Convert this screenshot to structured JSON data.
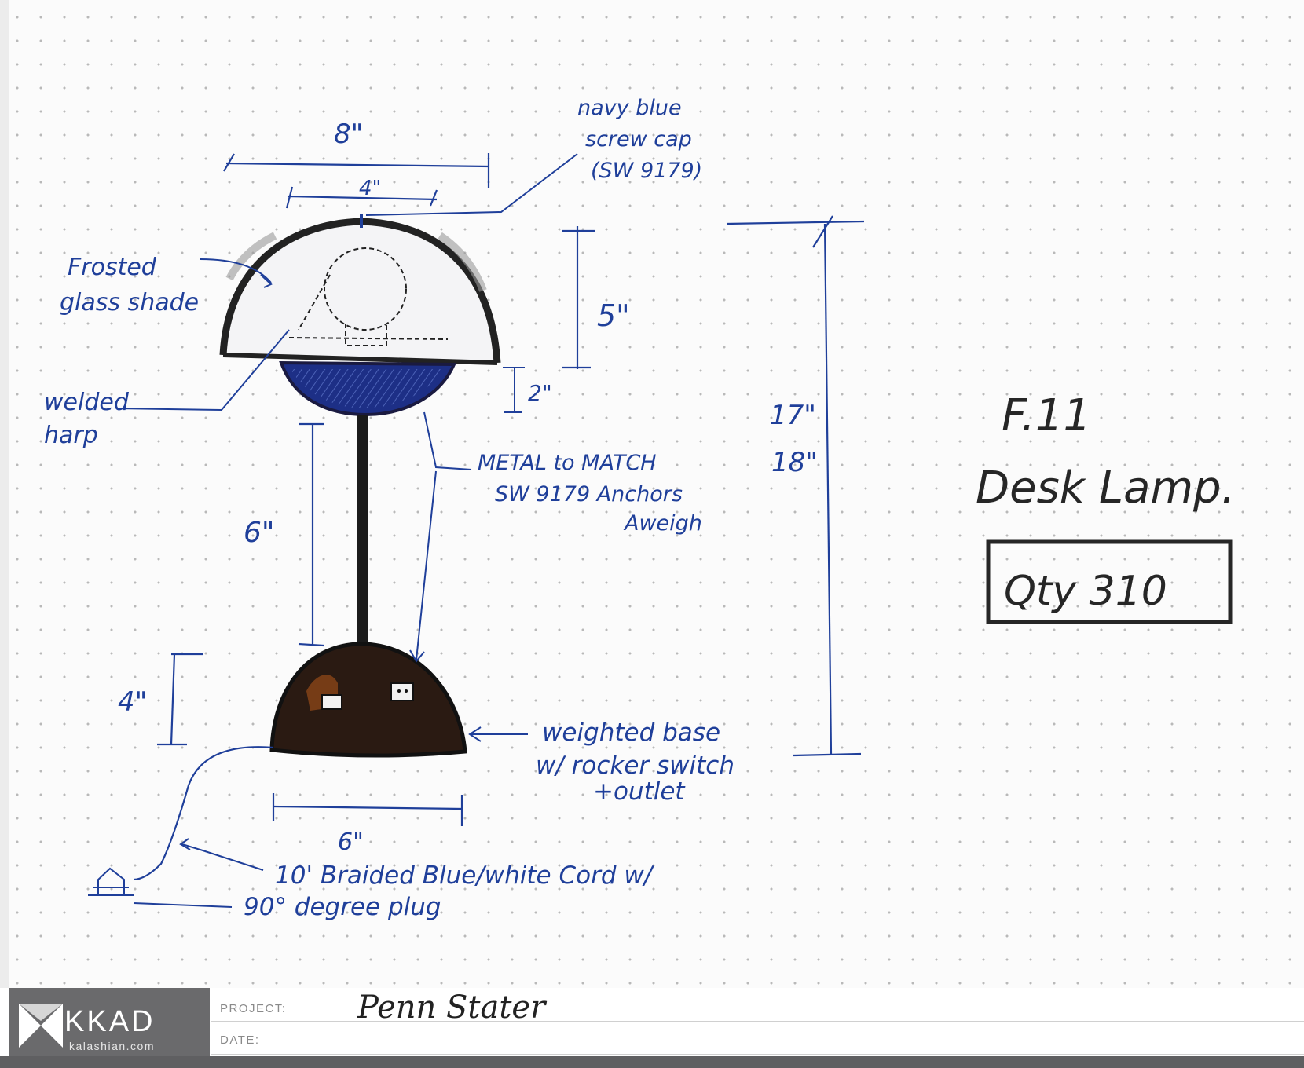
{
  "sheet": {
    "item_code": "F.11",
    "item_name": "Desk Lamp.",
    "quantity": "Qty 310"
  },
  "annotations": {
    "width_shade": "8\"",
    "width_cap": "4\"",
    "screw_cap_line1": "navy blue",
    "screw_cap_line2": "screw cap",
    "screw_cap_line3": "(SW 9179)",
    "shade_height": "5\"",
    "overall_height_a": "17\"",
    "overall_height_b": "18\"",
    "frosted_line1": "Frosted",
    "frosted_line2": "glass shade",
    "harp_line1": "welded",
    "harp_line2": "harp",
    "bowl_height": "2\"",
    "metal_line1": "METAL to MATCH",
    "metal_line2": "SW 9179 Anchors",
    "metal_line3": "Aweigh",
    "stem_height": "6\"",
    "base_height": "4\"",
    "base_line1": "weighted base",
    "base_line2": "w/ rocker switch",
    "base_line3": "+outlet",
    "base_width": "6\"",
    "cord_line1": "10' Braided Blue/white Cord w/",
    "cord_line2": "90° degree plug"
  },
  "footer": {
    "brand_name": "KKAD",
    "brand_url": "kalashian.com",
    "project_label": "PROJECT:",
    "project_value": "Penn Stater",
    "date_label": "DATE:",
    "date_value": ""
  },
  "colors": {
    "ink_blue": "#1f3f9a",
    "ink_black": "#262626",
    "navy_fill": "#1d2f86",
    "brand_gray": "#6a6a6c"
  }
}
